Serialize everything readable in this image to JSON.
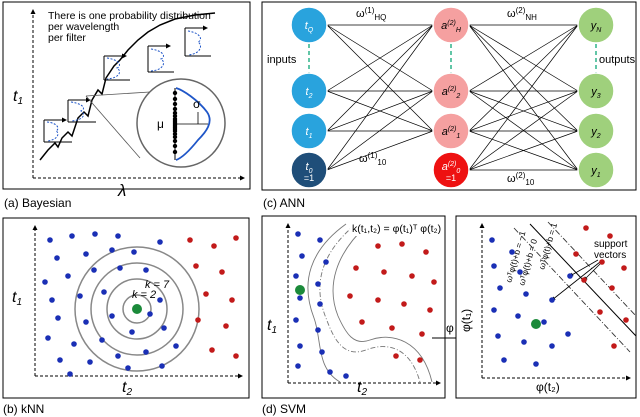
{
  "panels": {
    "bayesian": {
      "caption": "(a)  Bayesian",
      "note_line1": "There is one probability distribution",
      "note_line2": "per wavelength",
      "note_line3": "per filter",
      "y_label": "t",
      "y_sub": "1",
      "x_label": "λ",
      "mu": "μ",
      "sigma": "σ"
    },
    "ann": {
      "caption": "(c)  ANN",
      "inputs_label": "inputs",
      "outputs_label": "outputs",
      "input_nodes": [
        {
          "main": "t",
          "sub": "Q"
        },
        {
          "main": "t",
          "sub": "2"
        },
        {
          "main": "t",
          "sub": "1"
        },
        {
          "main": "t",
          "sub": "0",
          "extra": "=1"
        }
      ],
      "hidden_nodes": [
        {
          "main": "a",
          "sup": "(2)",
          "sub": "H"
        },
        {
          "main": "a",
          "sup": "(2)",
          "sub": "2"
        },
        {
          "main": "a",
          "sup": "(2)",
          "sub": "1"
        },
        {
          "main": "a",
          "sup": "(2)",
          "sub": "0",
          "extra": "=1"
        }
      ],
      "output_nodes": [
        {
          "main": "y",
          "sub": "N"
        },
        {
          "main": "y",
          "sub": "3"
        },
        {
          "main": "y",
          "sub": "2"
        },
        {
          "main": "y",
          "sub": "1"
        }
      ],
      "weights": {
        "w_hq": {
          "main": "ω",
          "sup": "(1)",
          "sub": "HQ"
        },
        "w_10": {
          "main": "ω",
          "sup": "(1)",
          "sub": "10"
        },
        "w_nh": {
          "main": "ω",
          "sup": "(2)",
          "sub": "NH"
        },
        "w2_10": {
          "main": "ω",
          "sup": "(2)",
          "sub": "10"
        }
      }
    },
    "knn": {
      "caption": "(b)  kNN",
      "y_label": "t",
      "y_sub": "1",
      "x_label": "t",
      "x_sub": "2",
      "k7": "k = 7",
      "k2": "k = 2"
    },
    "svm": {
      "caption": "(d)  SVM",
      "kernel": "k(t₁,t₂) = φ(t₁)ᵀ φ(t₂)",
      "y_label": "t",
      "y_sub": "1",
      "x_label": "t",
      "x_sub": "2",
      "phi": "φ",
      "phi_y": "φ(t₁)",
      "phi_x": "φ(t₂)",
      "support_vectors": "support vectors",
      "sv_line1": "support",
      "sv_line2": "vectors",
      "margin_neg": "ωᵀφ(t)+b = −1",
      "margin_zero": "ωᵀφ(t)+b = 0",
      "margin_pos": "ωᵀφ(t)+b = 1"
    }
  },
  "colors": {
    "ann_input": "#29a3dd",
    "ann_bias_input": "#1f4e79",
    "ann_hidden": "#f5a0a0",
    "ann_bias_hidden": "#ee1111",
    "ann_output": "#9fd07c",
    "dots_blue": "#1a2fb5",
    "dots_red": "#c21a1a",
    "dots_green": "#1b8a3a",
    "gauss_blue": "#1f56c8"
  }
}
